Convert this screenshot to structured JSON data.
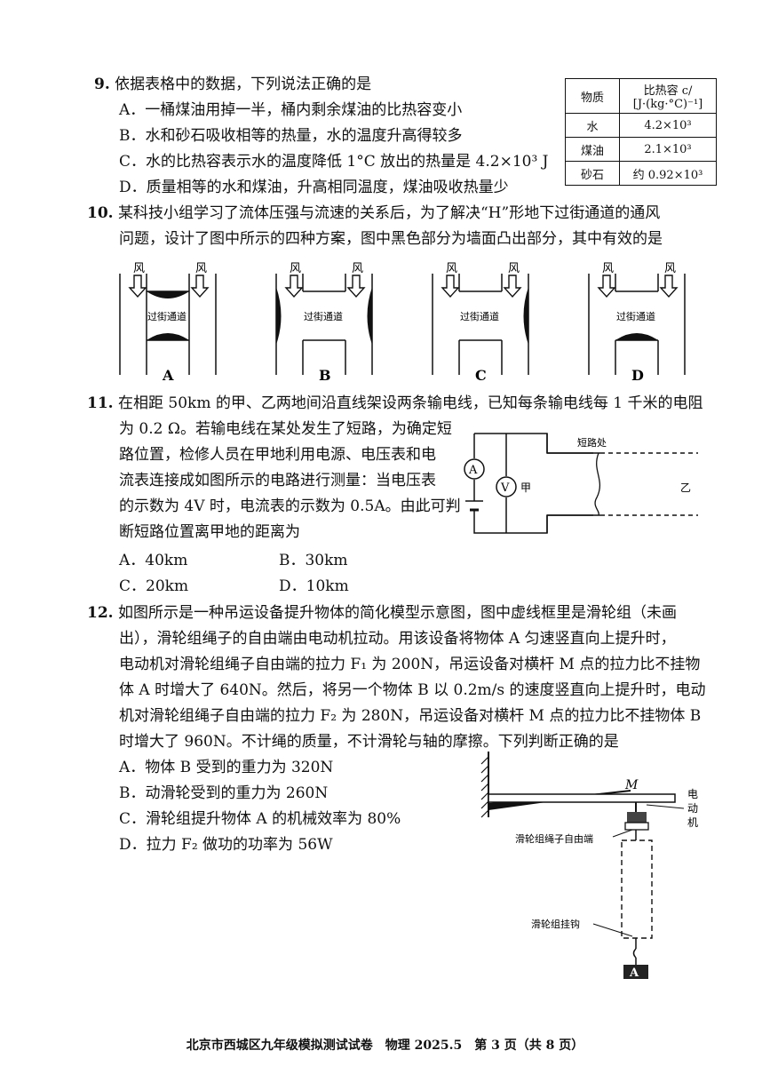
{
  "q9": {
    "num": "9.",
    "stem": "依据表格中的数据，下列说法正确的是",
    "options": [
      "A．一桶煤油用掉一半，桶内剩余煤油的比热容变小",
      "B．水和砂石吸收相等的热量，水的温度升高得较多",
      "C．水的比热容表示水的温度降低 1°C 放出的热量是 4.2×10³ J",
      "D．质量相等的水和煤油，升高相同温度，煤油吸收热量少"
    ],
    "table": {
      "header_col1": "物质",
      "header_col2_line1": "比热容 c/",
      "header_col2_line2": "[J·(kg·°C)⁻¹]",
      "rows": [
        [
          "水",
          "4.2×10³"
        ],
        [
          "煤油",
          "2.1×10³"
        ],
        [
          "砂石",
          "约 0.92×10³"
        ]
      ]
    }
  },
  "q10": {
    "num": "10.",
    "stem_line1": "某科技小组学习了流体压强与流速的关系后，为了解决“H”形地下过街通道的通风",
    "stem_line2": "问题，设计了图中所示的四种方案，图中黑色部分为墙面凸出部分，其中有效的是",
    "wind_label": "风",
    "passage_label": "过街通道",
    "figure_labels": [
      "A",
      "B",
      "C",
      "D"
    ]
  },
  "q11": {
    "num": "11.",
    "stem_line1": "在相距 50km 的甲、乙两地间沿直线架设两条输电线，已知每条输电线每 1 千米的电阻",
    "stem_lines": [
      "为 0.2 Ω。若输电线在某处发生了短路，为确定短",
      "路位置，检修人员在甲地利用电源、电压表和电",
      "流表连接成如图所示的电路进行测量：当电压表",
      "的示数为 4V 时，电流表的示数为 0.5A。由此可判",
      "断短路位置离甲地的距离为"
    ],
    "options": [
      "A．40km",
      "B．30km",
      "C．20km",
      "D．10km"
    ],
    "circuit": {
      "ammeter": "A",
      "voltmeter": "V",
      "place_a": "甲",
      "place_b": "乙",
      "short_label": "短路处"
    }
  },
  "q12": {
    "num": "12.",
    "stem_lines": [
      "如图所示是一种吊运设备提升物体的简化模型示意图，图中虚线框里是滑轮组（未画",
      "出），滑轮组绳子的自由端由电动机拉动。用该设备将物体 A 匀速竖直向上提升时，",
      "电动机对滑轮组绳子自由端的拉力 F₁ 为 200N，吊运设备对横杆 M 点的拉力比不挂物",
      "体 A 时增大了 640N。然后，将另一个物体 B 以 0.2m/s 的速度竖直向上提升时，电动",
      "机对滑轮组绳子自由端的拉力 F₂ 为 280N，吊运设备对横杆 M 点的拉力比不挂物体 B",
      "时增大了 960N。不计绳的质量，不计滑轮与轴的摩擦。下列判断正确的是"
    ],
    "options": [
      "A．物体 B 受到的重力为 320N",
      "B．动滑轮受到的重力为 260N",
      "C．滑轮组提升物体 A 的机械效率为 80%",
      "D．拉力 F₂ 做功的功率为 56W"
    ],
    "figure": {
      "m_label": "M",
      "motor_label_chars": [
        "电",
        "动",
        "机"
      ],
      "free_end_label": "滑轮组绳子自由端",
      "hook_label": "滑轮组挂钩",
      "object_label": "A"
    }
  },
  "footer": "北京市西城区九年级模拟测试试卷　物理 2025.5　第 3 页（共 8 页）"
}
